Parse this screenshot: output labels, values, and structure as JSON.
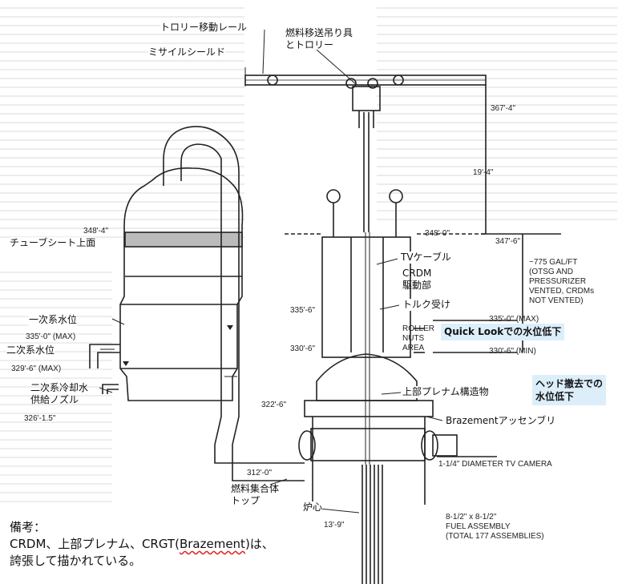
{
  "labels": {
    "trolley_rail": "トロリー移動レール",
    "missile_shield": "ミサイルシールド",
    "fuel_transfer_line1": "燃料移送吊り具",
    "fuel_transfer_line2": "とトロリー",
    "tube_sheet": "チューブシート上面",
    "primary_level": "一次系水位",
    "secondary_level": "二次系水位",
    "feed_nozzle_line1": "二次系冷却水",
    "feed_nozzle_line2": "供給ノズル",
    "tv_cable": "TVケーブル",
    "crdm_line1": "CRDM",
    "crdm_line2": "駆動部",
    "torque_receiver": "トルク受け",
    "upper_plenum": "上部プレナム構造物",
    "brazement": "Brazementアッセンブリ",
    "fuel_top_line1": "燃料集合体",
    "fuel_top_line2": "トップ",
    "core": "炉心"
  },
  "highlights": {
    "quick_look": "Quick Lookでの水位低下",
    "head_removal_line1": "ヘッド撤去での",
    "head_removal_line2": "水位低下"
  },
  "note": {
    "line1": "備考：",
    "line2_before": "CRDM、上部プレナム、CRGT(",
    "line2_wavy": "Brazement",
    "line2_after": ")は、",
    "line3": "誇張して描かれている。"
  },
  "dimensions": {
    "d367_4": "367'-4\"",
    "d19_4": "19'-4\"",
    "d348_0": "348'-0\"",
    "d347_6": "347'-6\"",
    "d348_4": "348'-4\"",
    "d335_6": "335'-6\"",
    "d335_0_max_right": "335'-0\" (MAX)",
    "d335_0_max_left": "335'-0\" (MAX)",
    "d330_6": "330'-6\"",
    "d330_6_min": "330'-6\" (MIN)",
    "d329_6_max": "329'-6\" (MAX)",
    "d326_1_5": "326'-1.5\"",
    "d322_6": "322'-6\"",
    "d312_0": "312'-0\"",
    "d13_9": "13'-9\""
  },
  "english": {
    "gal_line1": "~775 GAL/FT",
    "gal_line2": "(OTSG AND",
    "gal_line3": "PRESSURIZER",
    "gal_line4": "VENTED, CRDMs",
    "gal_line5": "NOT VENTED)",
    "roller_line1": "ROLLER",
    "roller_line2": "NUTS",
    "roller_line3": "AREA",
    "tv_camera": "1-1/4\" DIAMETER TV CAMERA",
    "fuel_line1": "8-1/2\" x 8-1/2\"",
    "fuel_line2": "FUEL ASSEMBLY",
    "fuel_line3": "(TOTAL 177 ASSEMBLIES)"
  },
  "colors": {
    "highlight_bg": "#dceefa",
    "line": "#222222",
    "wavy_underline": "#dd2222"
  }
}
